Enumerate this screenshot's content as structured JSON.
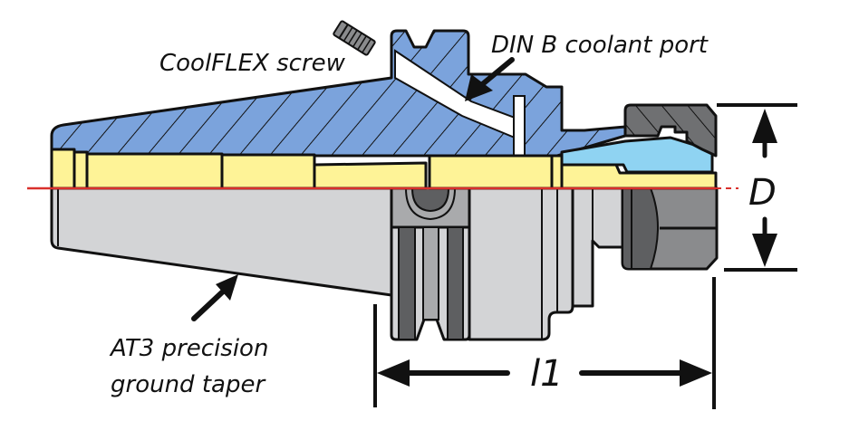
{
  "title": "BT/SK tool holder with CoolFLEX screw — cross-section",
  "labels": {
    "coolflex_screw": "CoolFLEX screw",
    "din_b_port": "DIN B coolant port",
    "taper_line1": "AT3 precision",
    "taper_line2": "ground taper",
    "dim_d": "D",
    "dim_l1": "l1"
  },
  "colors": {
    "body_section": "#7ba3dc",
    "collet_section": "#8fd3f2",
    "bore_insert": "#fef397",
    "body_exterior": "#d3d4d6",
    "nut_dark": "#5e5f61",
    "nut_mid": "#8a8b8d",
    "centerline": "#d9302c",
    "outline": "#111111"
  }
}
